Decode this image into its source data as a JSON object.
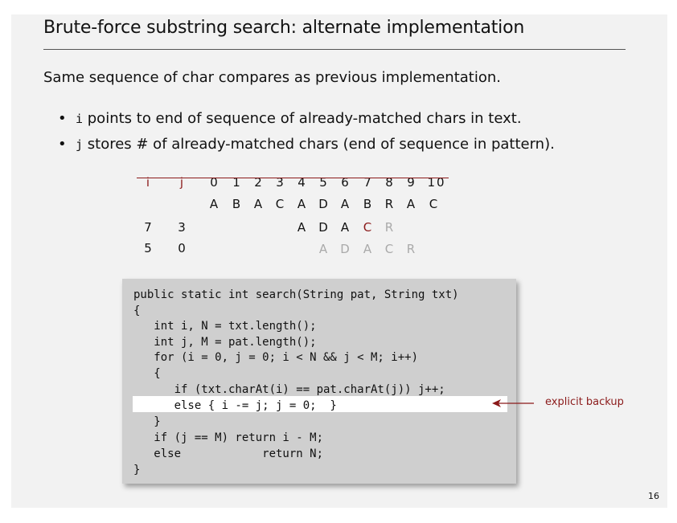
{
  "title": "Brute-force substring search:  alternate implementation",
  "intro": "Same sequence of char compares as previous implementation.",
  "bullets": [
    {
      "code": "i",
      "text": " points to end of sequence of already-matched chars in text."
    },
    {
      "code": "j",
      "text": " stores # of already-matched chars (end of sequence in pattern)."
    }
  ],
  "trace": {
    "header_i": "i",
    "header_j": "j",
    "indices": [
      "0",
      "1",
      "2",
      "3",
      "4",
      "5",
      "6",
      "7",
      "8",
      "9",
      "10"
    ],
    "text_row": [
      "A",
      "B",
      "A",
      "C",
      "A",
      "D",
      "A",
      "B",
      "R",
      "A",
      "C"
    ],
    "row1": {
      "i": "7",
      "j": "3",
      "chars": [
        "A",
        "D",
        "A",
        "C",
        "R"
      ]
    },
    "row2": {
      "i": "5",
      "j": "0",
      "chars": [
        "A",
        "D",
        "A",
        "C",
        "R"
      ]
    }
  },
  "code_lines": [
    "public static int search(String pat, String txt)",
    "{",
    "   int i, N = txt.length();",
    "   int j, M = pat.length();",
    "   for (i = 0, j = 0; i < N && j < M; i++)",
    "   {",
    "      if (txt.charAt(i) == pat.charAt(j)) j++;",
    "      else { i -= j; j = 0;  }",
    "   }",
    "   if (j == M) return i - M;",
    "   else            return N;",
    "}"
  ],
  "annotation": "explicit backup",
  "page_number": "16",
  "colors": {
    "accent": "#8b1a1a",
    "faded": "#aaaaaa",
    "code_bg": "#cfcfcf"
  }
}
